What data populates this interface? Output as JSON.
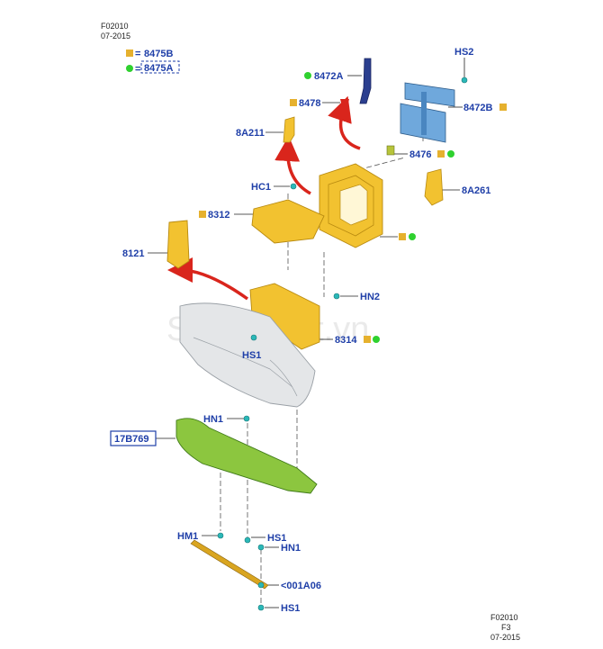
{
  "header": {
    "code": "F02010",
    "date": "07-2015"
  },
  "footer": {
    "code": "F02010",
    "sheet": "F3",
    "date": "07-2015"
  },
  "legend": {
    "square_part": "8475B",
    "circle_part": "8475A",
    "equals": "="
  },
  "watermark": "SedanViet.vn",
  "labels": {
    "hs2_top": "HS2",
    "p8472a": "8472A",
    "p8478": "8478",
    "p8472b": "8472B",
    "p8a211": "8A211",
    "p8476": "8476",
    "hc1": "HC1",
    "p8a261": "8A261",
    "p8312": "8312",
    "p8121": "8121",
    "hn2": "HN2",
    "p8314": "8314",
    "hs1_mid": "HS1",
    "p17b769": "17B769",
    "hn1_mid": "HN1",
    "hm1": "HM1",
    "hs1_low": "HS1",
    "hn1_low": "HN1",
    "p001a06": "<001A06",
    "hs1_bottom": "HS1"
  },
  "colors": {
    "label": "#1f3fa8",
    "part_yellow": "#f2c230",
    "part_yellow_dark": "#b88a10",
    "bumper_gray": "#e4e6e8",
    "shield_green": "#8cc63f",
    "deflector_blue": "#6fa8dc",
    "arrow_red": "#d9251c",
    "marker_square": "#e6b12e",
    "marker_circle": "#2fd12f",
    "fastener_cyan": "#2bb8b8"
  },
  "icons": {
    "square": "square-marker-icon",
    "circle": "circle-marker-icon",
    "fastener": "fastener-icon",
    "arrow": "red-curved-arrow-icon"
  }
}
